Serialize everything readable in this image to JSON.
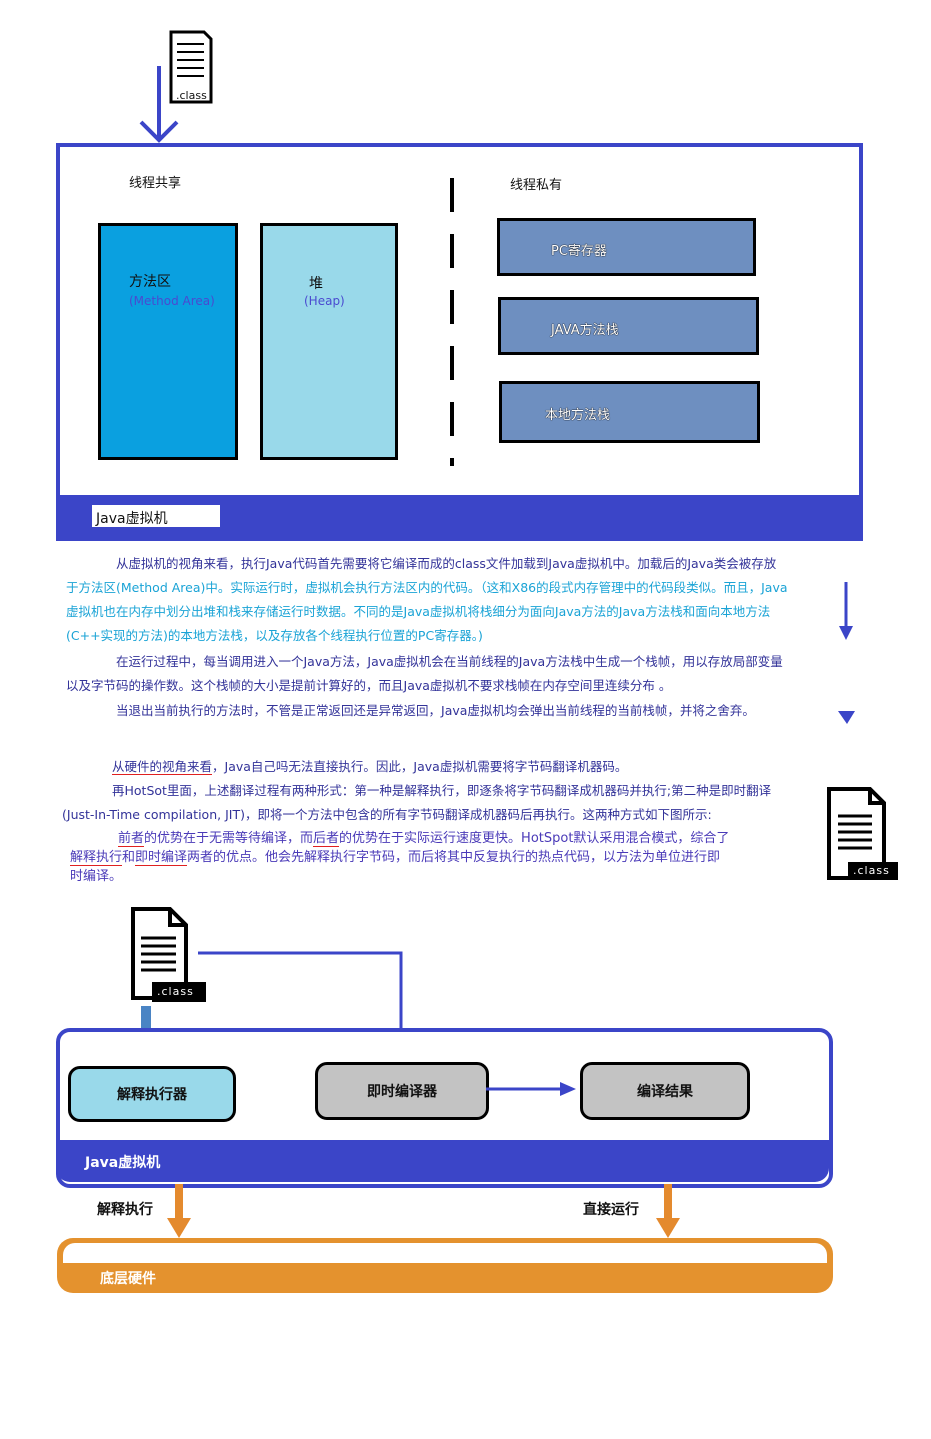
{
  "top_diagram": {
    "file_label": ".class",
    "shared_label": "线程共享",
    "private_label": "线程私有",
    "method_area": {
      "title": "方法区",
      "subtitle": "(Method Area)",
      "color": "#0aa0e0"
    },
    "heap": {
      "title": "堆",
      "subtitle": "(Heap)",
      "color": "#99d9ea"
    },
    "private_items": [
      "PC寄存器",
      "JAVA方法栈",
      "本地方法栈"
    ],
    "jvm_label": "Java虚拟机",
    "frame_color": "#3b45c8"
  },
  "paragraphs": {
    "p1": [
      "从虚拟机的视角来看，执行Java代码首先需要将它编译而成的class文件加载到Java虚拟机中。加载后的Java类会被存放",
      "于方法区(Method Area)中。实际运行时，虚拟机会执行方法区内的代码。（这和X86的段式内存管理中的代码段类似。而且，Java",
      "虚拟机也在内存中划分出堆和栈来存储运行时数据。不同的是Java虚拟机将栈细分为面向Java方法的Java方法栈和面向本地方法",
      "(C++实现的方法)的本地方法栈，以及存放各个线程执行位置的PC寄存器。)"
    ],
    "p2": [
      "在运行过程中，每当调用进入一个Java方法，Java虚拟机会在当前线程的Java方法栈中生成一个栈帧，用以存放局部变量",
      "以及字节码的操作数。这个栈帧的大小是提前计算好的，而且Java虚拟机不要求栈帧在内存空间里连续分布 。"
    ],
    "p3": "当退出当前执行的方法时，不管是正常返回还是异常返回，Java虚拟机均会弹出当前线程的当前栈帧，并将之舍弃。",
    "p4_underlined": "从硬件的视角来看",
    "p4_rest": "，Java自己吗无法直接执行。因此，Java虚拟机需要将字节码翻译机器码。",
    "p5": [
      "再HotSot里面，上述翻译过程有两种形式：第一种是解释执行，即逐条将字节码翻译成机器码并执行;第二种是即时翻译",
      "(Just-In-Time compilation, JIT)，即将一个方法中包含的所有字节码翻译成机器码后再执行。这两种方式如下图所示:"
    ],
    "p6_parts": {
      "a": "前者",
      "b": "的优势在于无需等待编译，而",
      "c": "后者",
      "d": "的优势在于实际运行速度更快。HotSpot默认采用混合模式，综合了",
      "e": "解释执行",
      "f": "和",
      "g": "即时编译",
      "h": "两者的优点。他会先解释执行字节码，而后将其中反复执行的热点代码，以方法为单位进行即",
      "i": "时编译。"
    }
  },
  "side_file_label": ".class",
  "bottom_diagram": {
    "file_label": ".class",
    "interpreter": "解释执行器",
    "jit": "即时编译器",
    "result": "编译结果",
    "jvm_label": "Java虚拟机",
    "left_arrow_label": "解释执行",
    "right_arrow_label": "直接运行",
    "hardware": "底层硬件",
    "colors": {
      "interpreter": "#99d9ea",
      "gray": "#c3c3c3",
      "hardware": "#e4922e",
      "arrow_blue": "#4a84c4",
      "arrow_orange": "#e48a2e"
    }
  }
}
